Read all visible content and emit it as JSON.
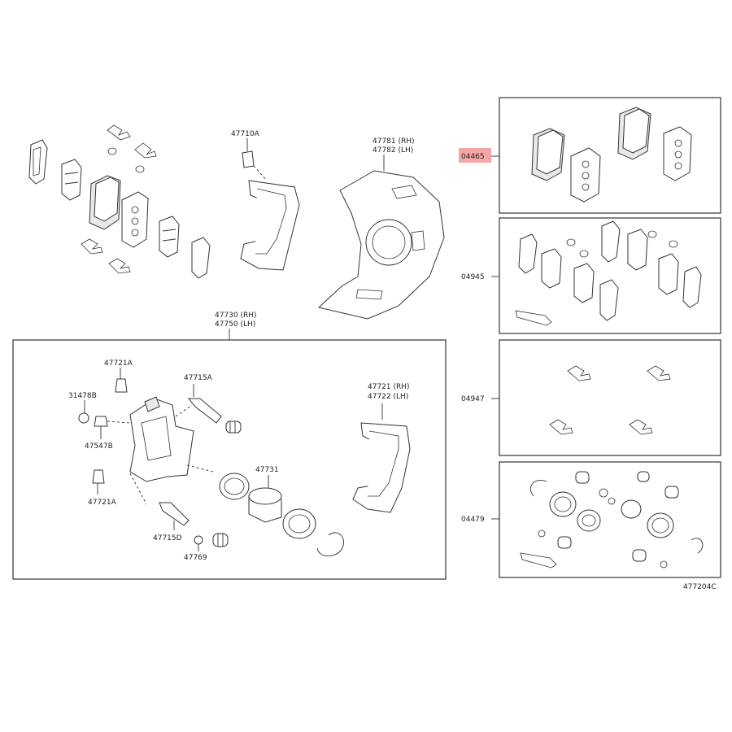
{
  "diagram": {
    "callouts": {
      "part_47710A": "47710A",
      "part_47781": "47781 (RH)",
      "part_47782": "47782 (LH)",
      "part_47730": "47730 (RH)",
      "part_47750": "47750 (LH)",
      "part_47721A_top": "47721A",
      "part_47715A": "47715A",
      "part_31478B": "31478B",
      "part_47547B": "47547B",
      "part_47721A_bottom": "47721A",
      "part_47715D": "47715D",
      "part_47769": "47769",
      "part_47731": "47731",
      "part_47721": "47721 (RH)",
      "part_47722": "47722 (LH)"
    },
    "kits": {
      "kit_04465": "04465",
      "kit_04945": "04945",
      "kit_04947": "04947",
      "kit_04479": "04479"
    },
    "highlight_color": "#f4a6a6",
    "figure_code": "477204C"
  }
}
